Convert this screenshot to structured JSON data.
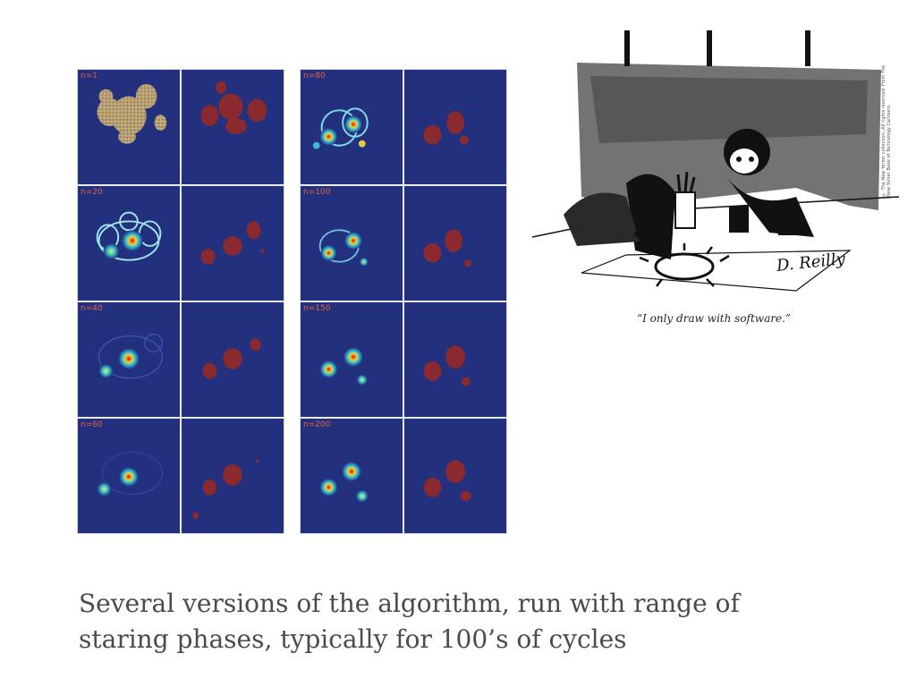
{
  "slide": {
    "caption_lines": [
      "Several versions of the algorithm, run with range of",
      "staring phases, typically for 100’s of cycles"
    ]
  },
  "grids": {
    "left": {
      "labels": [
        "n=1",
        "n=20",
        "n=40",
        "n=60"
      ]
    },
    "right": {
      "labels": [
        "n=80",
        "n=100",
        "n=150",
        "n=200"
      ]
    }
  },
  "cartoon": {
    "caption": "“I only draw with software.”",
    "signature": "D. Reilly",
    "copyright": "© The New Yorker collection. All rights reserved. From The New Yorker Book of Technology Cartoons."
  },
  "colors": {
    "background_blue": "#23307e",
    "object_red": "#8b2a2e",
    "label_orange": "#e2603a"
  }
}
